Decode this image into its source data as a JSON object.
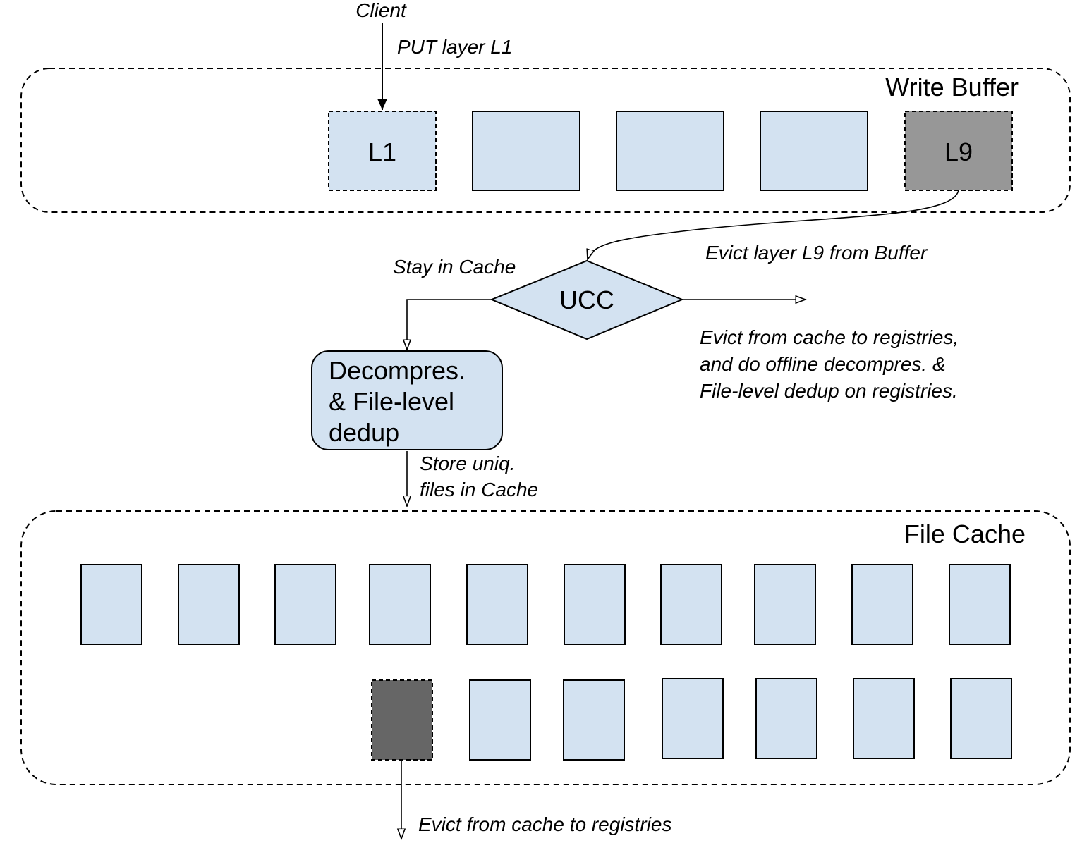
{
  "colors": {
    "box_fill": "#d3e2f1",
    "evict_layer_fill": "#979797",
    "evict_file_fill": "#666666",
    "stroke": "#000000"
  },
  "client_label": "Client",
  "put_label": "PUT layer L1",
  "write_buffer": {
    "title": "Write Buffer",
    "incoming_layer": "L1",
    "evicted_layer": "L9"
  },
  "evict_buffer_label": "Evict layer L9 from Buffer",
  "ucc": {
    "label": "UCC",
    "stay_label": "Stay in Cache",
    "evict_lines": [
      "Evict from cache to registries,",
      "and do offline decompres. &",
      "File-level dedup on registries."
    ]
  },
  "dedup_box": {
    "lines": [
      "Decompres.",
      "& File-level",
      "dedup"
    ]
  },
  "store_lines": [
    "Store uniq.",
    "files in Cache"
  ],
  "file_cache": {
    "title": "File Cache"
  },
  "evict_registry_label": "Evict from cache to registries"
}
